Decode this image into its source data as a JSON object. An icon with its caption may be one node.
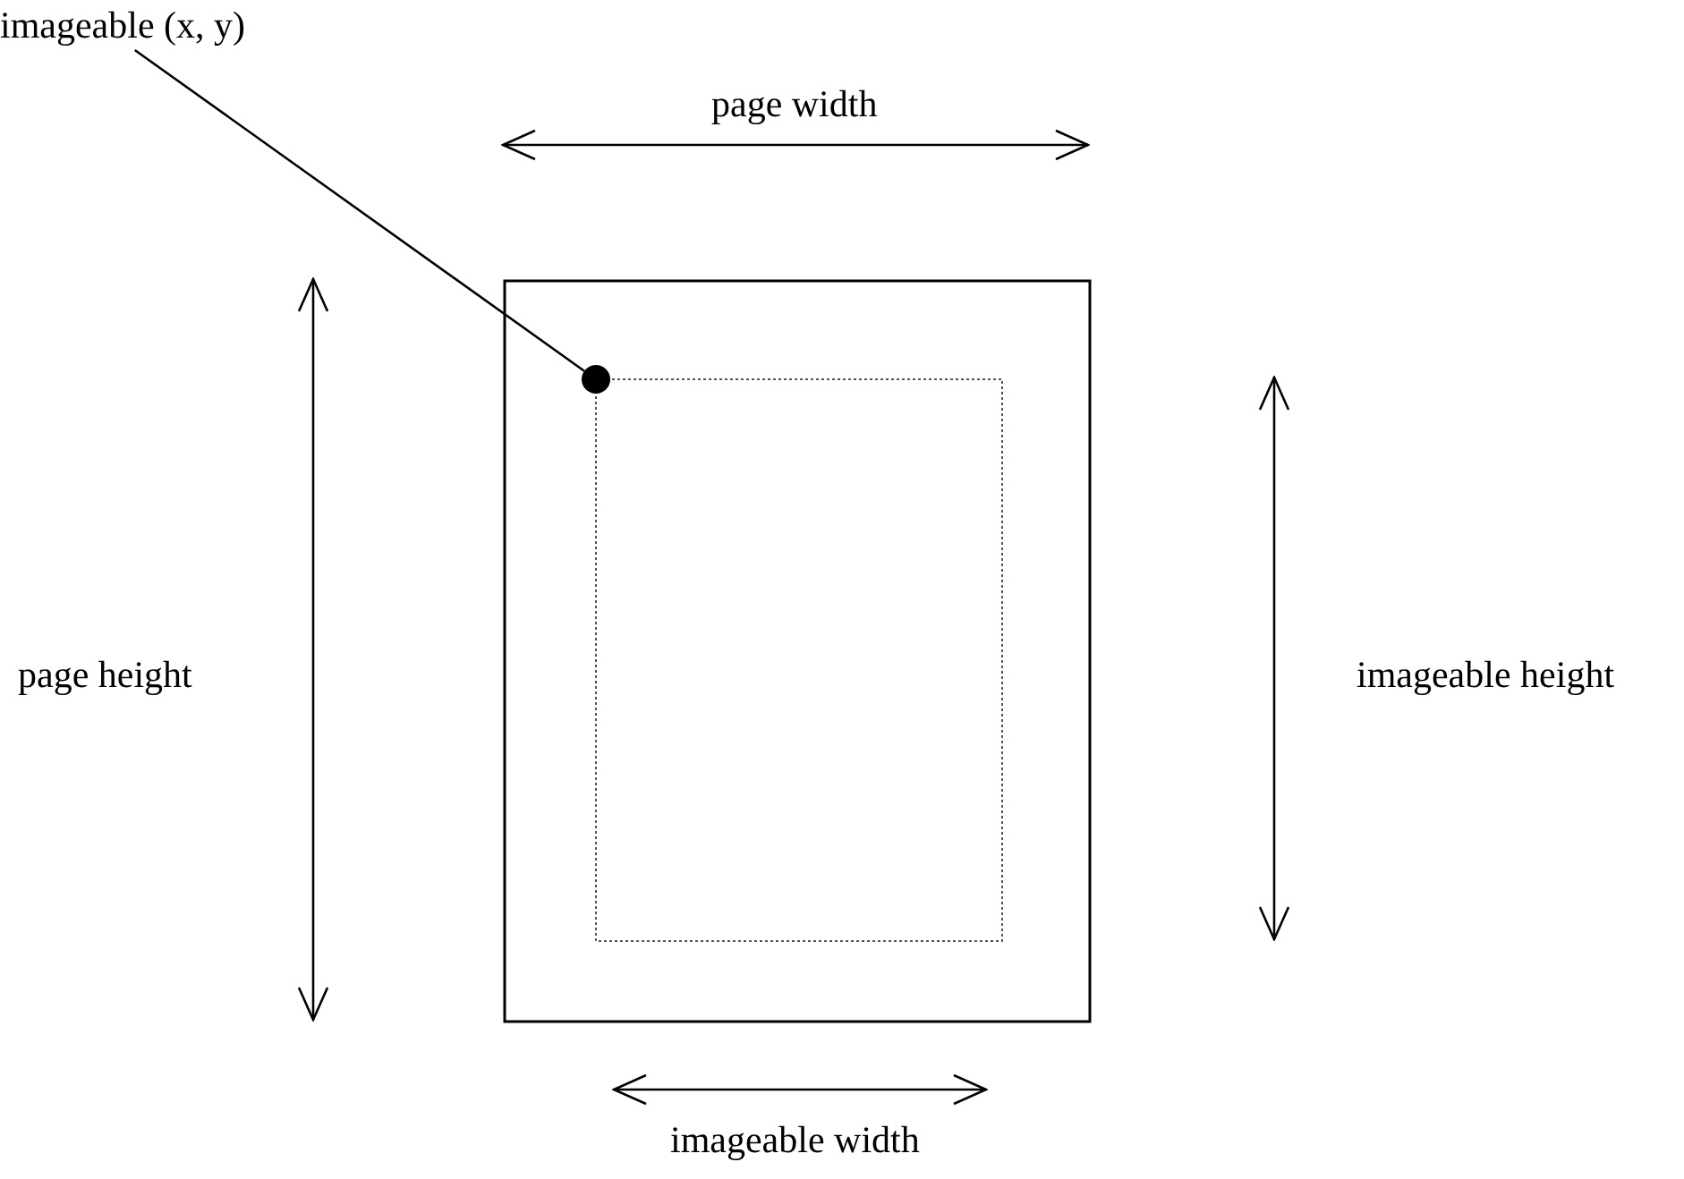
{
  "diagram": {
    "nodes": [
      {
        "text": [
          "imageable (x, y)"
        ]
      },
      {
        "text": [],
        "shape": "circle"
      }
    ],
    "edges": [
      {
        "from": 0,
        "to": 1,
        "arrow": "none"
      }
    ],
    "labels": [
      "page width",
      "page height",
      "imageable height",
      "imageable width"
    ]
  }
}
